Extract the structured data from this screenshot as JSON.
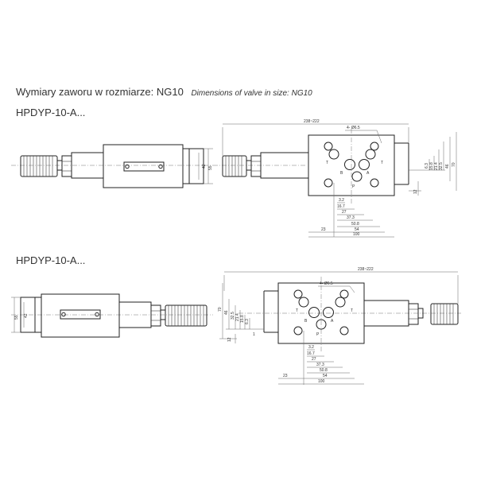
{
  "header": {
    "title_pl": "Wymiary zaworu w rozmiarze: NG10",
    "title_en": "Dimensions of valve in size: NG10"
  },
  "sections": [
    {
      "model": "HPDYP-10-A...",
      "side": {
        "height_outer": "55",
        "height_inner": "42"
      },
      "front": {
        "overall": "238~222",
        "holes": "4- Ø6.5",
        "ports": [
          "T",
          "T",
          "B",
          "A",
          "P"
        ],
        "v_dims": [
          "6.3",
          "15.8",
          "21.4",
          "32.5",
          "46",
          "70",
          "12"
        ],
        "h_dims": [
          "3.2",
          "16.7",
          "27",
          "37.3",
          "50.8",
          "54",
          "23",
          "100"
        ]
      }
    },
    {
      "model": "HPDYP-10-A...",
      "side": {
        "height_outer": "55",
        "height_inner": "42"
      },
      "front": {
        "overall": "238~222",
        "holes": "4- Ø6.5",
        "ports": [
          "T",
          "T",
          "B",
          "A",
          "P"
        ],
        "v_dims": [
          "70",
          "46",
          "32.5",
          "21.4",
          "15.8",
          "6.3",
          "12",
          "1"
        ],
        "h_dims": [
          "3.2",
          "16.7",
          "27",
          "37.3",
          "50.8",
          "54",
          "23",
          "100"
        ]
      }
    }
  ]
}
